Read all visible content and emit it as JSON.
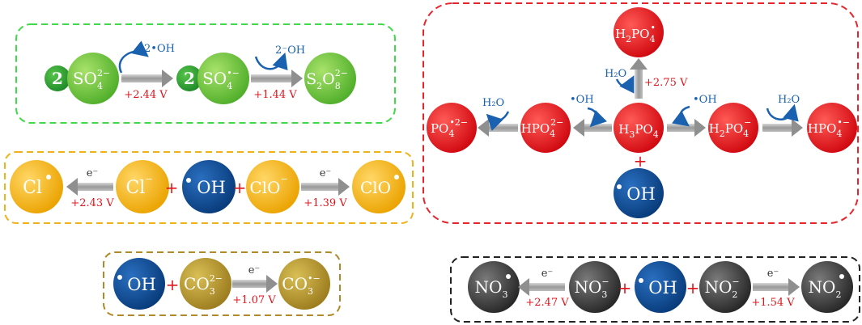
{
  "colors": {
    "green_box": "#3fd94a",
    "yellow_box": "#f0b21a",
    "olive_box": "#b08a2a",
    "red_box": "#e8232a",
    "black_box": "#222222",
    "green_ball": "#6cc83a",
    "green_ball_dark": "#2e9a2a",
    "yellow_ball": "#f7b500",
    "blue_ball": "#0d4e9e",
    "olive_ball": "#b89a2c",
    "red_ball": "#e8141c",
    "grey_ball": "#4a4a4a",
    "potential_text": "#e0141c",
    "oxidant_text": "#1a62b0",
    "arrow": "#9a9a9a"
  },
  "sulfate": {
    "coef_a": "2",
    "coef_b": "2",
    "so4": {
      "base": "SO",
      "sub": "4",
      "sup": "2−"
    },
    "so4_radical": {
      "base": "SO",
      "sub": "4",
      "sup": "•−"
    },
    "s2o8": {
      "base": "S",
      "sub1": "2",
      "mid": "O",
      "sub2": "8",
      "sup": "2−"
    },
    "step1_oxidant": "2•OH",
    "step1_potential": "+2.44 V",
    "step2_oxidant": "2⁻OH",
    "step2_potential": "+1.44 V"
  },
  "chloride": {
    "cl_radical": "Cl",
    "cl_anion": "Cl",
    "cl_anion_sup": "−",
    "oh": "OH",
    "clo_anion": "ClO",
    "clo_anion_sup": "−",
    "clo_radical": "ClO",
    "plus1": "+",
    "plus2": "+",
    "step1_electron": "e⁻",
    "step1_potential": "+2.43 V",
    "step2_electron": "e⁻",
    "step2_potential": "+1.39 V"
  },
  "carbonate": {
    "oh": "OH",
    "co3": {
      "base": "CO",
      "sub": "3",
      "sup": "2−"
    },
    "co3_radical": {
      "base": "CO",
      "sub": "3",
      "sup": "•−"
    },
    "plus": "+",
    "electron": "e⁻",
    "potential": "+1.07 V"
  },
  "phosphate": {
    "h3po4": {
      "h": "H",
      "sub": "3",
      "base": "PO",
      "sub2": "4"
    },
    "h2po4_top": {
      "h": "H",
      "sub": "2",
      "base": "PO",
      "sub2": "4",
      "sup": "•"
    },
    "h2po4_right": {
      "h": "H",
      "sub": "2",
      "base": "PO",
      "sub2": "4",
      "sup": "−"
    },
    "hpo4_right": {
      "h": "H",
      "base": "PO",
      "sub2": "4",
      "sup": "•−"
    },
    "hpo4_left": {
      "h": "H",
      "base": "PO",
      "sub2": "4",
      "sup": "2−"
    },
    "po4_left": {
      "base": "PO",
      "sub2": "4",
      "sup": "•2−"
    },
    "oh": "OH",
    "plus": "+",
    "top_oxidant": "H₂O",
    "top_potential": "+2.75 V",
    "left_oxidant1": "•OH",
    "left_oxidant2": "H₂O",
    "right_oxidant1": "•OH",
    "right_oxidant2": "H₂O"
  },
  "nitrate": {
    "no3_radical": {
      "base": "NO",
      "sub": "3"
    },
    "no3_anion": {
      "base": "NO",
      "sub": "3",
      "sup": "−"
    },
    "oh": "OH",
    "no2_anion": {
      "base": "NO",
      "sub": "2",
      "sup": "−"
    },
    "no2_radical": {
      "base": "NO",
      "sub": "2"
    },
    "plus1": "+",
    "plus2": "+",
    "step1_electron": "e⁻",
    "step1_potential": "+2.47 V",
    "step2_electron": "e⁻",
    "step2_potential": "+1.54 V"
  }
}
